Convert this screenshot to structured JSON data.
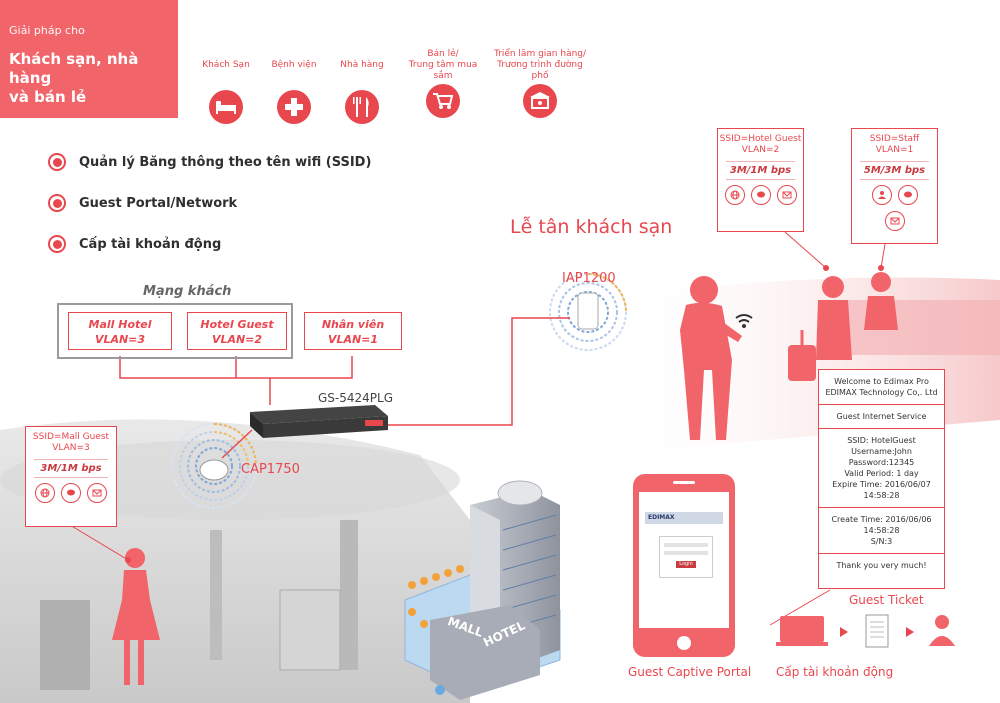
{
  "header": {
    "subtitle": "Giải pháp cho",
    "title_line1": "Khách sạn, nhà hàng",
    "title_line2": "và bán lẻ"
  },
  "verticals": [
    {
      "label1": "Khách Sạn",
      "label2": "",
      "icon": "bed-icon"
    },
    {
      "label1": "Bệnh viện",
      "label2": "",
      "icon": "hospital-cross-icon"
    },
    {
      "label1": "Nhà hàng",
      "label2": "",
      "icon": "fork-knife-icon"
    },
    {
      "label1": "Bán lẻ/",
      "label2": "Trung tâm mua sắm",
      "icon": "shopping-cart-icon"
    },
    {
      "label1": "Triển lãm gian hàng/",
      "label2": "Trương trình đường phố",
      "icon": "booth-icon"
    }
  ],
  "features": [
    "Quản lý Băng thông theo  tên wifi (SSID)",
    "Guest Portal/Network",
    "Cấp tài khoản động"
  ],
  "network": {
    "group_label": "Mạng khách",
    "vlans": [
      {
        "name": "Mall Hotel",
        "vlan": "VLAN=3"
      },
      {
        "name": "Hotel Guest",
        "vlan": "VLAN=2"
      },
      {
        "name": "Nhân viên",
        "vlan": "VLAN=1"
      }
    ],
    "switch_label": "GS-5424PLG",
    "cap_label": "CAP1750",
    "iap_label": "IAP1200",
    "reception_label": "Lễ tân khách sạn"
  },
  "ssid_cards": [
    {
      "line1": "SSID=Mall Guest",
      "line2": "VLAN=3",
      "speed": "3M/1M bps"
    },
    {
      "line1": "SSID=Hotel Guest",
      "line2": "VLAN=2",
      "speed": "3M/1M bps"
    },
    {
      "line1": "SSID=Staff",
      "line2": "VLAN=1",
      "speed": "5M/3M bps"
    }
  ],
  "hotel_sign": {
    "mall": "MALL",
    "hotel": "HOTEL"
  },
  "ticket": {
    "welcome1": "Welcome to Edimax Pro",
    "welcome2": "EDIMAX Technology Co,. Ltd",
    "service": "Guest Internet Service",
    "ssid": "SSID: HotelGuest",
    "username": "Username:John",
    "password": "Password:12345",
    "valid": "Valid Period: 1 day",
    "expire": "Expire Time: 2016/06/07 14:58:28",
    "create": "Create Time: 2016/06/06 14:58:28",
    "sn": "S/N:3",
    "thanks": "Thank you very much!",
    "caption": "Guest Ticket"
  },
  "portal": {
    "caption": "Guest Captive Portal",
    "brand": "EDIMAX",
    "login": "Login"
  },
  "dynamic_account": {
    "caption": "Cấp tài khoản động"
  },
  "colors": {
    "accent": "#e8474e",
    "header_bg": "#f0646a"
  }
}
